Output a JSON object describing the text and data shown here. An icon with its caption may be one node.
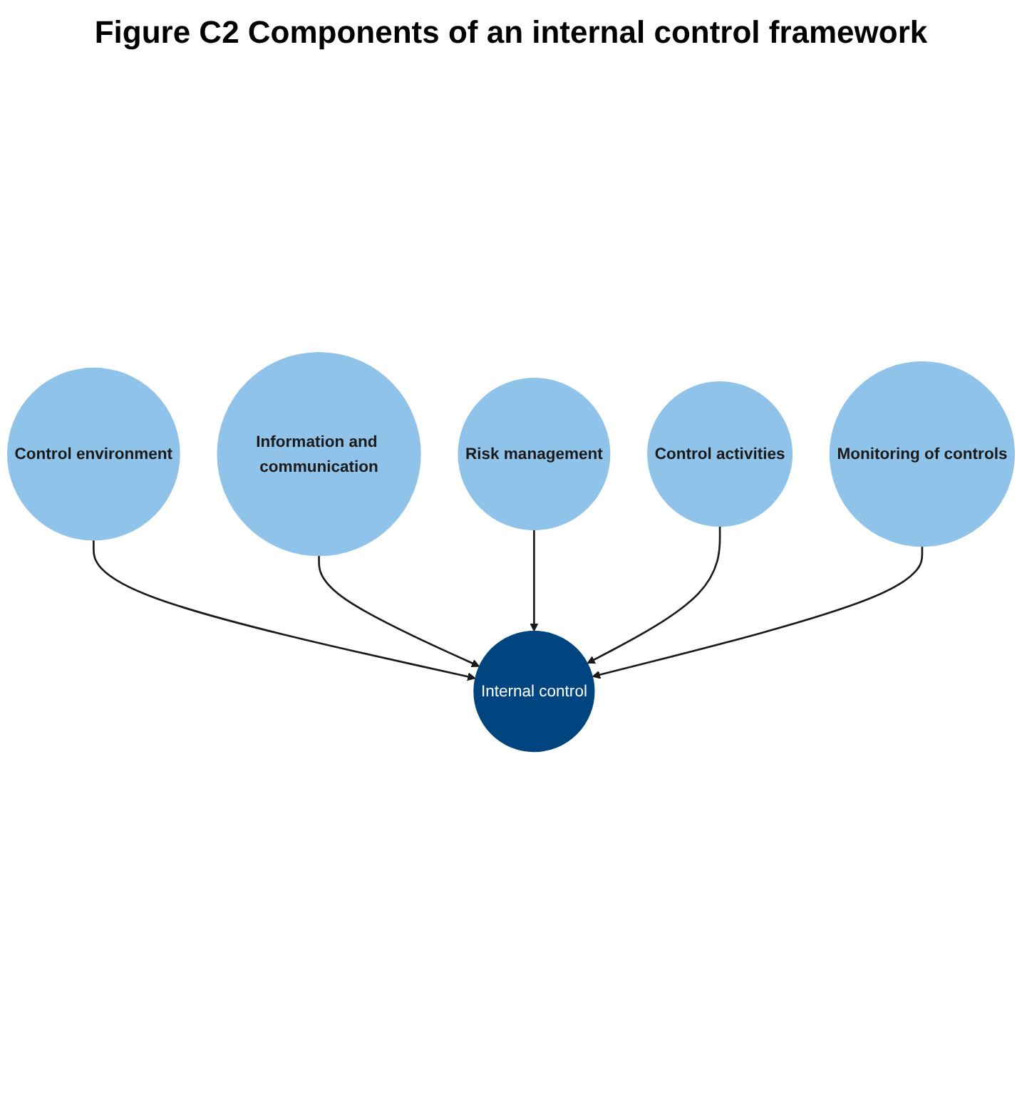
{
  "diagram": {
    "title": "Figure C2 Components of an internal control framework",
    "nodes": [
      {
        "text": [
          "Control environment"
        ]
      },
      {
        "text": [
          "Information and communication"
        ]
      },
      {
        "text": [
          "Risk management"
        ]
      },
      {
        "text": [
          "Internal control"
        ]
      },
      {
        "text": [
          "Control activities"
        ]
      },
      {
        "text": [
          "Monitoring of controls"
        ]
      }
    ],
    "edges": [
      {
        "from": 0,
        "to": 3,
        "arrow": "to"
      },
      {
        "from": 1,
        "to": 3,
        "arrow": "to"
      },
      {
        "from": 2,
        "to": 3,
        "arrow": "to"
      },
      {
        "from": 4,
        "to": 3,
        "arrow": "to"
      },
      {
        "from": 5,
        "to": 3,
        "arrow": "to"
      }
    ]
  }
}
